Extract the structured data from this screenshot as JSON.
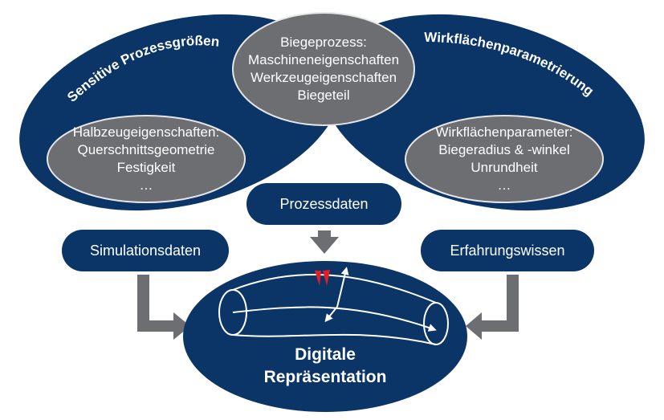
{
  "colors": {
    "navy": "#0b3566",
    "gray": "#6d6e71",
    "gray_stroke": "#e6e6e6",
    "white": "#ffffff"
  },
  "left_region": {
    "title": "Sensitive Prozessgrößen",
    "inner_lines": [
      "Halbzeugeigenschaften:",
      "Querschnittsgeometrie",
      "Festigkeit",
      "…"
    ]
  },
  "center_region": {
    "lines": [
      "Biegeprozess:",
      "Maschineneigenschaften",
      "Werkzeugeigenschaften",
      "Biegeteil"
    ]
  },
  "right_region": {
    "title": "Wirkflächenparametrierung",
    "inner_lines": [
      "Wirkflächenparameter:",
      "Biegeradius & -winkel",
      "Unrundheit",
      "…"
    ]
  },
  "pills": {
    "process_data": "Prozessdaten",
    "simulation_data": "Simulationsdaten",
    "experience": "Erfahrungswissen"
  },
  "result": {
    "lines": [
      "Digitale",
      "Repräsentation"
    ]
  }
}
